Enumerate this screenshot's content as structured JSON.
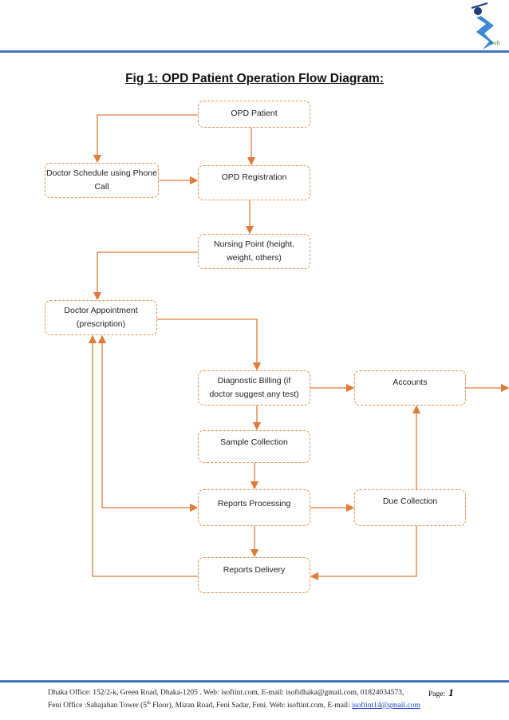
{
  "header": {
    "logo_text": "Soft"
  },
  "title": "Fig 1: OPD Patient Operation Flow Diagram:",
  "boxes": {
    "opd_patient": "OPD Patient",
    "doctor_schedule": "Doctor Schedule using Phone Call",
    "opd_registration": "OPD Registration",
    "nursing_point": "Nursing Point (height, weight, others)",
    "doctor_appointment": "Doctor Appointment (prescription)",
    "diagnostic_billing": "Diagnostic Billing (if doctor suggest any test)",
    "accounts": "Accounts",
    "sample_collection": "Sample Collection",
    "reports_processing": "Reports Processing",
    "due_collection": "Due Collection",
    "reports_delivery": "Reports Delivery"
  },
  "colors": {
    "box_border": "#e8914e",
    "arrow": "#e07b39",
    "rule": "#1f5fae"
  },
  "footer": {
    "line1": "Dhaka Office: 152/2-k, Green Road, Dhaka-1205 . Web: isoftint.com, E-mail: isoftdhaka@gmail.com, 01824034573,",
    "line2_prefix": "Feni  Office :Sahajahan Tower (5",
    "line2_sup": "th",
    "line2_mid": " Floor), Mizan Road, Feni Sadar, Feni. Web: isoftint.com, E-mail: ",
    "email_link": "isoftint14@gmail.com",
    "page_label": "Page:",
    "page_number": "1"
  }
}
